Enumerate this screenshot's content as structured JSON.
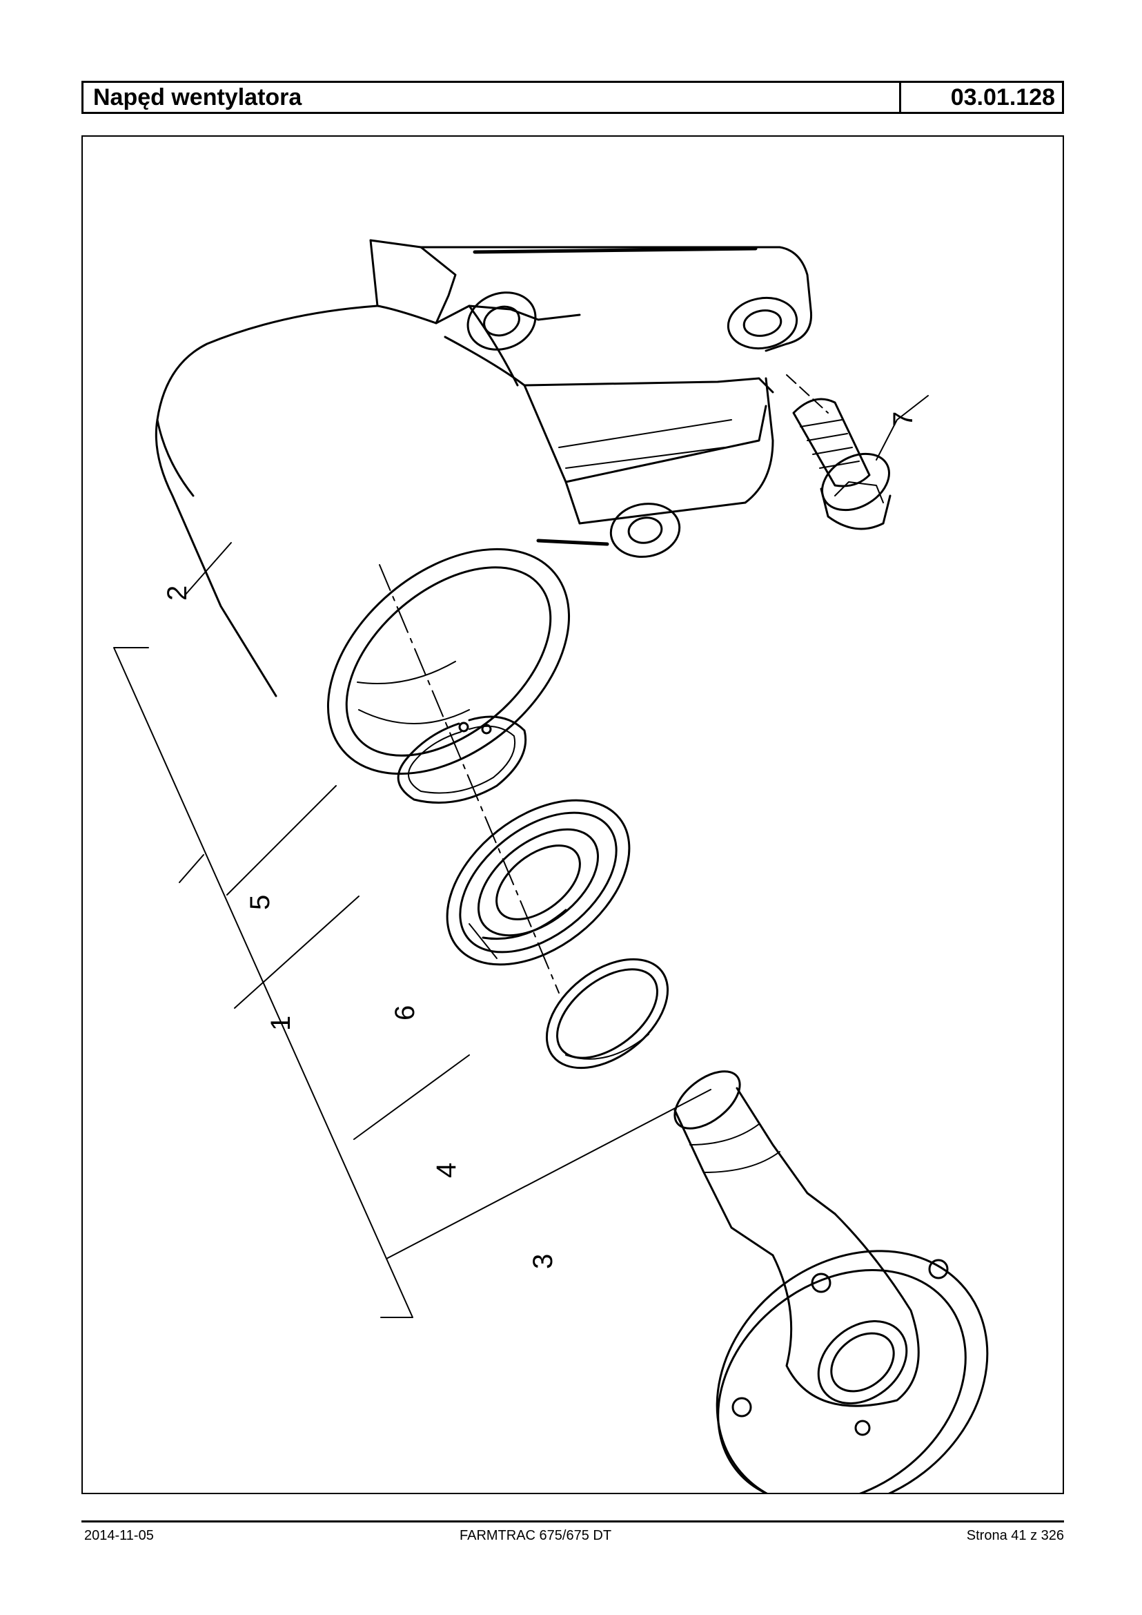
{
  "header": {
    "title": "Napęd wentylatora",
    "code": "03.01.128"
  },
  "diagram": {
    "callouts": [
      "1",
      "2",
      "3",
      "4",
      "5",
      "6",
      "7"
    ]
  },
  "footer": {
    "date": "2014-11-05",
    "model": "FARMTRAC 675/675 DT",
    "page": "Strona 41 z 326"
  }
}
